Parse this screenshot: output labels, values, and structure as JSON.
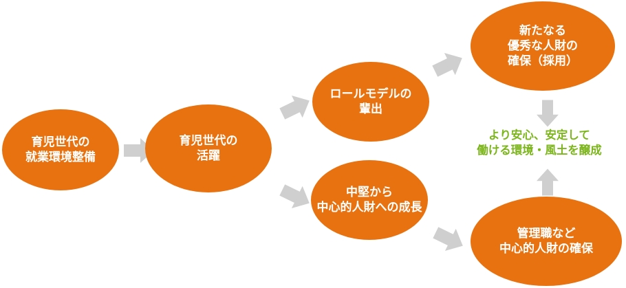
{
  "colors": {
    "node_fill": "#e8720f",
    "node_text": "#ffffff",
    "goal_text": "#7cb51c",
    "arrow_fill": "#cfcfcf"
  },
  "nodes": {
    "n1": {
      "line1": "育児世代の",
      "line2": "就業環境整備"
    },
    "n2": {
      "line1": "育児世代の",
      "line2": "活躍"
    },
    "n3": {
      "line1": "ロールモデルの",
      "line2": "輩出"
    },
    "n4": {
      "line1": "中堅から",
      "line2": "中心的人財への成長"
    },
    "n5": {
      "line1": "新たなる",
      "line2": "優秀な人財の",
      "line3": "確保（採用）"
    },
    "n6": {
      "line1": "管理職など",
      "line2": "中心的人財の確保"
    }
  },
  "goal": {
    "line1": "より安心、安定して",
    "line2": "働ける環境・風土を醸成"
  },
  "arrows": [
    {
      "from": "n1",
      "to": "n2",
      "icon": "arrow-right-icon"
    },
    {
      "from": "n2",
      "to": "n3",
      "icon": "arrow-right-icon"
    },
    {
      "from": "n2",
      "to": "n4",
      "icon": "arrow-right-icon"
    },
    {
      "from": "n3",
      "to": "n5",
      "icon": "arrow-right-icon"
    },
    {
      "from": "n4",
      "to": "n6",
      "icon": "arrow-right-icon"
    },
    {
      "from": "n5",
      "to": "goal",
      "icon": "arrow-down-icon"
    },
    {
      "from": "n6",
      "to": "goal",
      "icon": "arrow-up-icon"
    }
  ]
}
